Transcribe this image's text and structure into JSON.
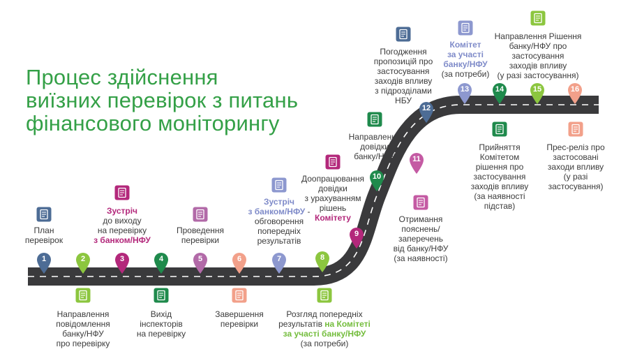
{
  "title": {
    "lines": [
      "Процес здійснення",
      "виїзних перевірок з питань",
      "фінансового моніторингу"
    ]
  },
  "colors": {
    "road": "#3a3a3c",
    "title": "#34a047"
  },
  "steps": [
    {
      "number": "1",
      "color": "#4d6c95",
      "icon": "document-search-icon",
      "lines": [
        [
          "План"
        ],
        [
          "перевірок"
        ]
      ]
    },
    {
      "number": "2",
      "color": "#8cc63f",
      "icon": "document-send-icon",
      "lines": [
        [
          "Направлення"
        ],
        [
          "повідомлення"
        ],
        [
          "банку/НФУ"
        ],
        [
          "про перевірку"
        ]
      ]
    },
    {
      "number": "3",
      "color": "#b3287b",
      "icon": "meeting-person-icon",
      "lines": [
        [
          {
            "t": "Зустріч",
            "c": "hl-purple"
          }
        ],
        [
          "до виходу"
        ],
        [
          "на перевірку"
        ],
        [
          {
            "t": "з банком/НФУ",
            "c": "hl-purple"
          }
        ]
      ]
    },
    {
      "number": "4",
      "color": "#1f8a4c",
      "icon": "inspectors-team-icon",
      "lines": [
        [
          "Вихід"
        ],
        [
          "інспекторів"
        ],
        [
          "на перевірку"
        ]
      ]
    },
    {
      "number": "5",
      "color": "#b26aa8",
      "icon": "magnifier-check-icon",
      "lines": [
        [
          "Проведення"
        ],
        [
          "перевірки"
        ]
      ]
    },
    {
      "number": "6",
      "color": "#f2a08a",
      "icon": "gears-finish-icon",
      "lines": [
        [
          "Завершення"
        ],
        [
          "перевірки"
        ]
      ]
    },
    {
      "number": "7",
      "color": "#8d98cf",
      "icon": "meeting-table-icon",
      "lines": [
        [
          {
            "t": "Зустріч",
            "c": "hl-blue"
          }
        ],
        [
          {
            "t": "з банком/НФУ",
            "c": "hl-blue"
          },
          " -"
        ],
        [
          "обговорення"
        ],
        [
          "попередніх"
        ],
        [
          "результатів"
        ]
      ]
    },
    {
      "number": "8",
      "color": "#8cc63f",
      "icon": "document-review-icon",
      "lines": [
        [
          "Розгляд попередніх"
        ],
        [
          "результатів ",
          {
            "t": "на Комітеті",
            "c": "hl-green"
          }
        ],
        [
          {
            "t": "за участі банку/НФУ",
            "c": "hl-green"
          }
        ],
        [
          "(за потреби)"
        ]
      ]
    },
    {
      "number": "9",
      "color": "#b3287b",
      "icon": "document-edit-icon",
      "lines": [
        [
          "Доопрацювання"
        ],
        [
          "довідки"
        ],
        [
          "з урахуванням"
        ],
        [
          "рішень"
        ],
        [
          {
            "t": "Комітету",
            "c": "hl-purple"
          }
        ]
      ]
    },
    {
      "number": "10",
      "color": "#1f8a4c",
      "icon": "document-send-icon",
      "lines": [
        [
          "Направлення"
        ],
        [
          "довідки"
        ],
        [
          "банку/НФУ"
        ]
      ]
    },
    {
      "number": "11",
      "color": "#c45aa3",
      "icon": "letter-receive-icon",
      "lines": [
        [
          "Отримання"
        ],
        [
          "пояснень/"
        ],
        [
          "заперечень"
        ],
        [
          "від банку/НФУ"
        ],
        [
          "(за наявності)"
        ]
      ]
    },
    {
      "number": "12",
      "color": "#4d6c95",
      "icon": "handshake-icon",
      "lines": [
        [
          "Погодження"
        ],
        [
          "пропозицій про"
        ],
        [
          "застосування"
        ],
        [
          "заходів впливу"
        ],
        [
          "з підрозділами"
        ],
        [
          "НБУ"
        ]
      ]
    },
    {
      "number": "13",
      "color": "#8d98cf",
      "icon": "committee-icon",
      "lines": [
        [
          {
            "t": "Комітет",
            "c": "hl-blue"
          }
        ],
        [
          {
            "t": "за участі",
            "c": "hl-blue"
          }
        ],
        [
          {
            "t": "банку/НФУ",
            "c": "hl-blue"
          }
        ],
        [
          "(за потреби)"
        ]
      ]
    },
    {
      "number": "14",
      "color": "#1f8a4c",
      "icon": "gavel-icon",
      "lines": [
        [
          "Прийняття"
        ],
        [
          "Комітетом"
        ],
        [
          "рішення про"
        ],
        [
          "застосування"
        ],
        [
          "заходів впливу"
        ],
        [
          "(за наявності"
        ],
        [
          "підстав)"
        ]
      ]
    },
    {
      "number": "15",
      "color": "#8cc63f",
      "icon": "document-send-icon",
      "lines": [
        [
          "Направлення Рішення"
        ],
        [
          "банку/НФУ про"
        ],
        [
          "застосування"
        ],
        [
          "заходів впливу"
        ],
        [
          "(у разі застосування)"
        ]
      ]
    },
    {
      "number": "16",
      "color": "#f2a08a",
      "icon": "press-release-icon",
      "lines": [
        [
          "Прес-реліз про"
        ],
        [
          "застосовані"
        ],
        [
          "заходи впливу"
        ],
        [
          "(у разі"
        ],
        [
          "застосування)"
        ]
      ]
    }
  ]
}
